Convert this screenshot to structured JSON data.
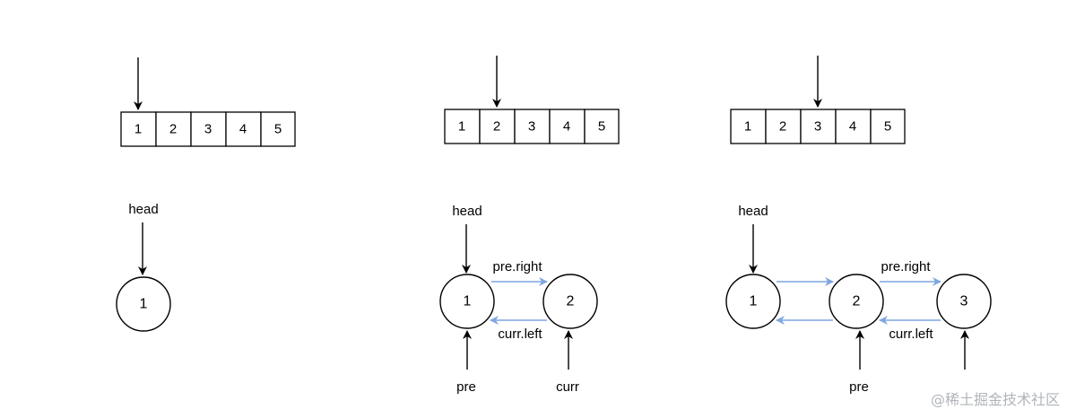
{
  "panels": [
    {
      "array": [
        "1",
        "2",
        "3",
        "4",
        "5"
      ],
      "nodes": [
        "1"
      ],
      "labels": {
        "head": "head",
        "pre": "",
        "curr": "",
        "pre_right": "",
        "curr_left": ""
      }
    },
    {
      "array": [
        "1",
        "2",
        "3",
        "4",
        "5"
      ],
      "nodes": [
        "1",
        "2"
      ],
      "labels": {
        "head": "head",
        "pre": "pre",
        "curr": "curr",
        "pre_right": "pre.right",
        "curr_left": "curr.left"
      }
    },
    {
      "array": [
        "1",
        "2",
        "3",
        "4",
        "5"
      ],
      "nodes": [
        "1",
        "2",
        "3"
      ],
      "labels": {
        "head": "head",
        "pre": "pre",
        "curr": "",
        "pre_right": "pre.right",
        "curr_left": "curr.left"
      }
    }
  ],
  "watermark": "@稀土掘金技术社区",
  "colors": {
    "link_arrow": "#7ea6e0",
    "stroke": "#000000"
  }
}
